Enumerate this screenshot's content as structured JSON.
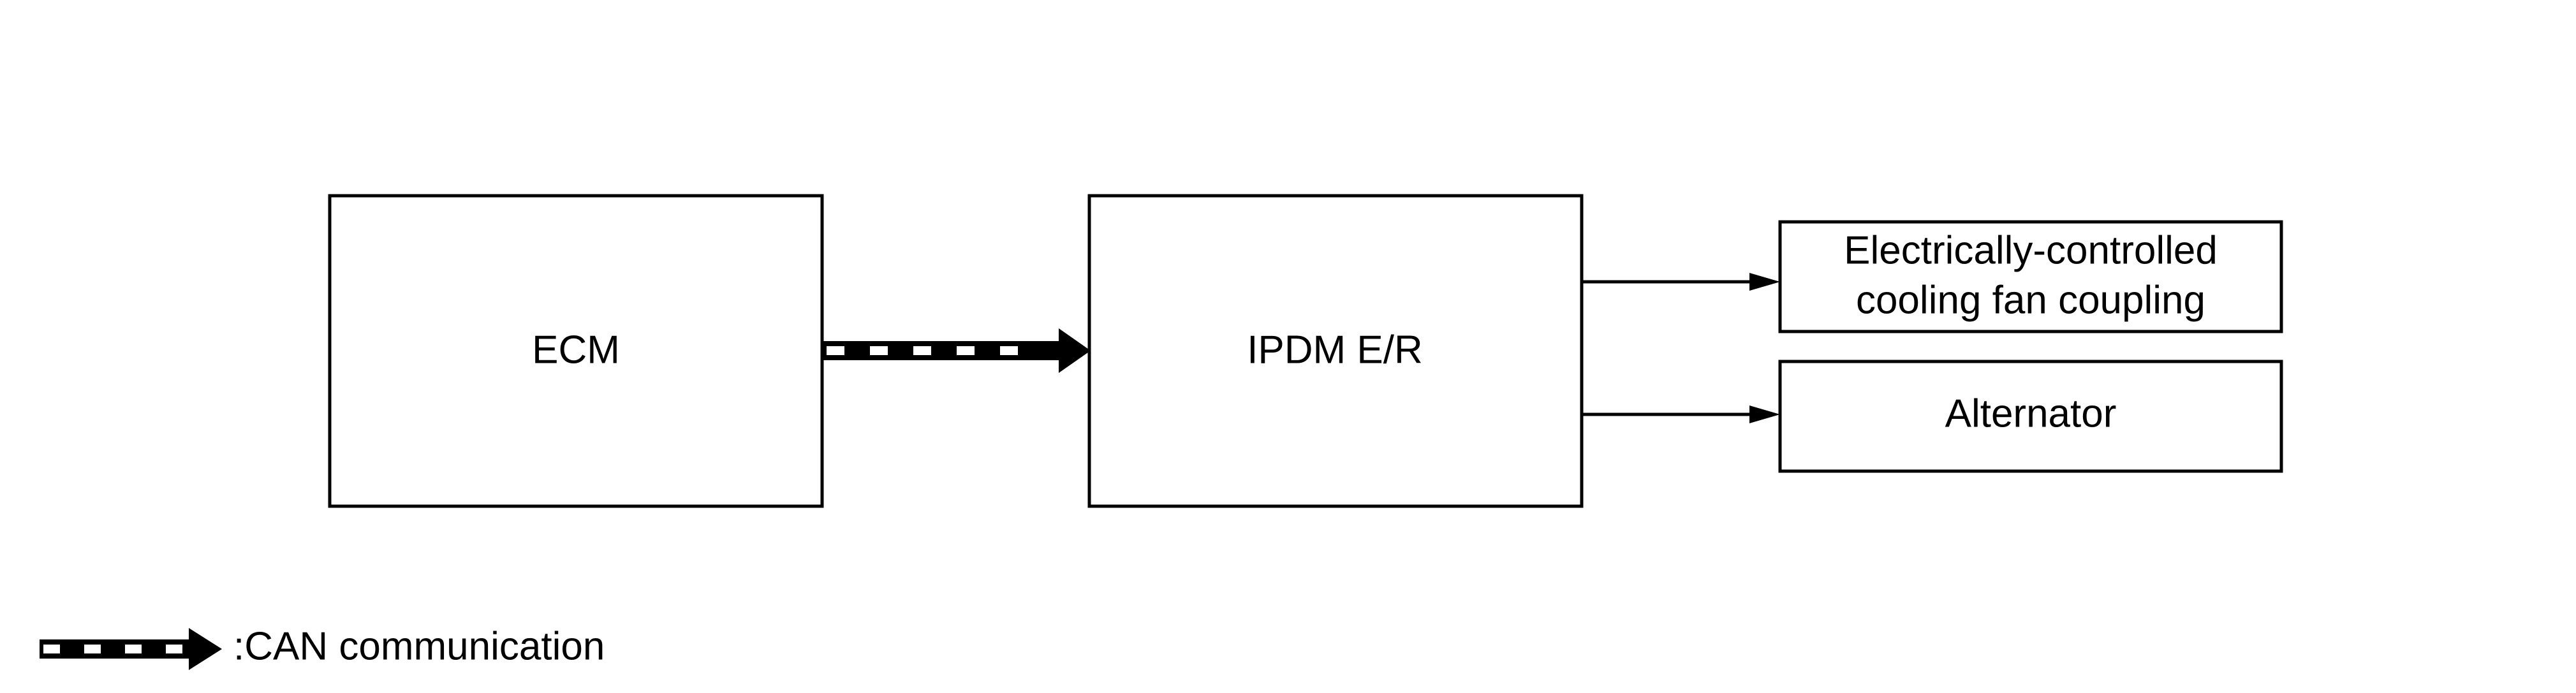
{
  "blocks": {
    "ecm": "ECM",
    "ipdm": "IPDM E/R",
    "fan_coupling": [
      "Electrically-controlled",
      "cooling fan coupling"
    ],
    "alternator": "Alternator"
  },
  "legend": {
    "can_label": ":CAN communication"
  },
  "colors": {
    "stroke": "#000000",
    "background": "#ffffff"
  }
}
